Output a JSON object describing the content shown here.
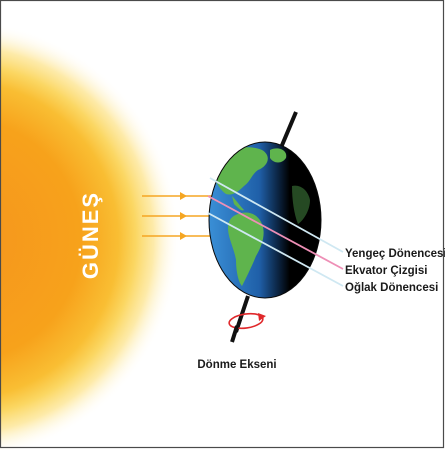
{
  "sun": {
    "label": "GÜNEŞ"
  },
  "latitude_lines": {
    "tropic_of_cancer": "Yengeç Dönencesi",
    "equator": "Ekvator Çizgisi",
    "tropic_of_capricorn": "Oğlak Dönencesi"
  },
  "axis": {
    "label": "Dönme Ekseni"
  },
  "colors": {
    "sun_core": "#f7a21b",
    "sun_glow": "#fde17a",
    "ray": "#f5a623",
    "tropic_line": "#cfe8f2",
    "equator_line": "#ee8fb6",
    "rotation_arrow": "#e0282b",
    "border": "#4a4a4a"
  }
}
